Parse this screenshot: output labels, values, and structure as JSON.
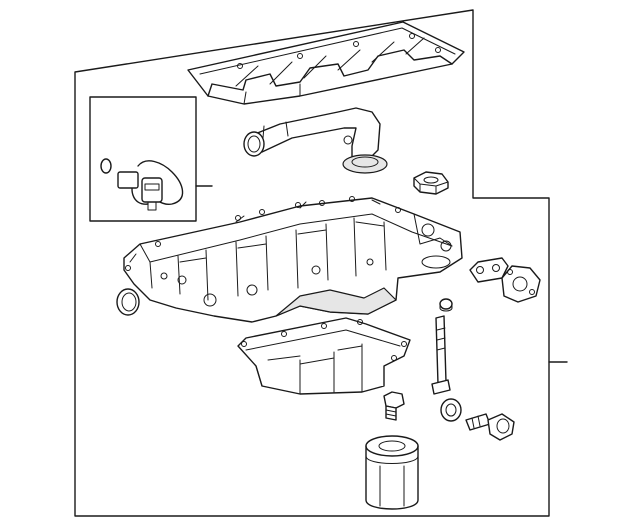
{
  "diagram": {
    "kind": "exploded parts illustration",
    "line_color": "#1a1a1a",
    "background_color": "#ffffff",
    "parts": [
      {
        "id": "windage-tray",
        "icon": "baffle-tray"
      },
      {
        "id": "oil-pickup-tube",
        "icon": "pickup-tube"
      },
      {
        "id": "pickup-seal",
        "icon": "o-ring"
      },
      {
        "id": "pressure-sensor-harness",
        "icon": "sensor-with-wire"
      },
      {
        "id": "drain-plug-nut",
        "icon": "hex-nut"
      },
      {
        "id": "upper-oil-pan",
        "icon": "oil-pan-upper"
      },
      {
        "id": "crank-seal",
        "icon": "seal-ring"
      },
      {
        "id": "cover-gasket",
        "icon": "gasket"
      },
      {
        "id": "cover-plate",
        "icon": "plate"
      },
      {
        "id": "plug",
        "icon": "plug"
      },
      {
        "id": "long-bolt",
        "icon": "bolt"
      },
      {
        "id": "lower-oil-pan",
        "icon": "oil-pan-lower"
      },
      {
        "id": "filter-adapter",
        "icon": "threaded-adapter"
      },
      {
        "id": "washer",
        "icon": "washer"
      },
      {
        "id": "short-bolt",
        "icon": "flange-bolt"
      },
      {
        "id": "oil-filter",
        "icon": "oil-filter"
      }
    ]
  }
}
